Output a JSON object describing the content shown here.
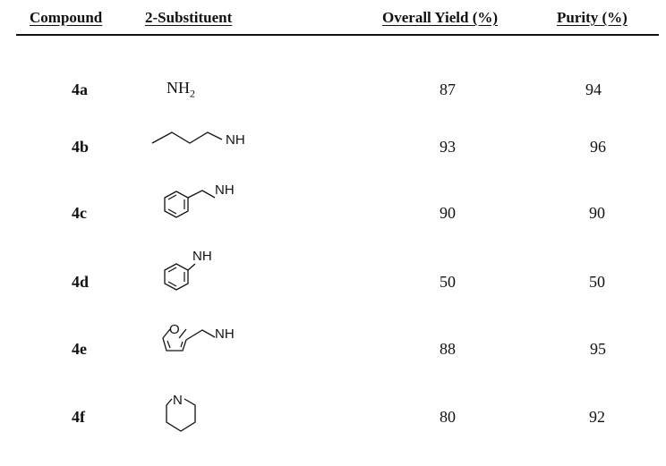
{
  "table": {
    "headers": {
      "compound": "Compound",
      "substituent": "2-Substituent",
      "yield": "Overall Yield (%)",
      "purity": "Purity (%)"
    },
    "rows": [
      {
        "compound": "4a",
        "substituent_text": "NH",
        "substituent_sub": "2",
        "yield": "87",
        "purity": "94"
      },
      {
        "compound": "4b",
        "substituent_label": "NH",
        "structure": "butylamino",
        "yield": "93",
        "purity": "96"
      },
      {
        "compound": "4c",
        "substituent_label": "NH",
        "structure": "benzylamino",
        "yield": "90",
        "purity": "90"
      },
      {
        "compound": "4d",
        "substituent_label": "NH",
        "structure": "anilino",
        "yield": "50",
        "purity": "50"
      },
      {
        "compound": "4e",
        "substituent_label": "NH",
        "heteroatom": "O",
        "structure": "furfurylamino",
        "yield": "88",
        "purity": "95"
      },
      {
        "compound": "4f",
        "heteroatom": "N",
        "structure": "piperidino",
        "yield": "80",
        "purity": "92"
      }
    ]
  }
}
